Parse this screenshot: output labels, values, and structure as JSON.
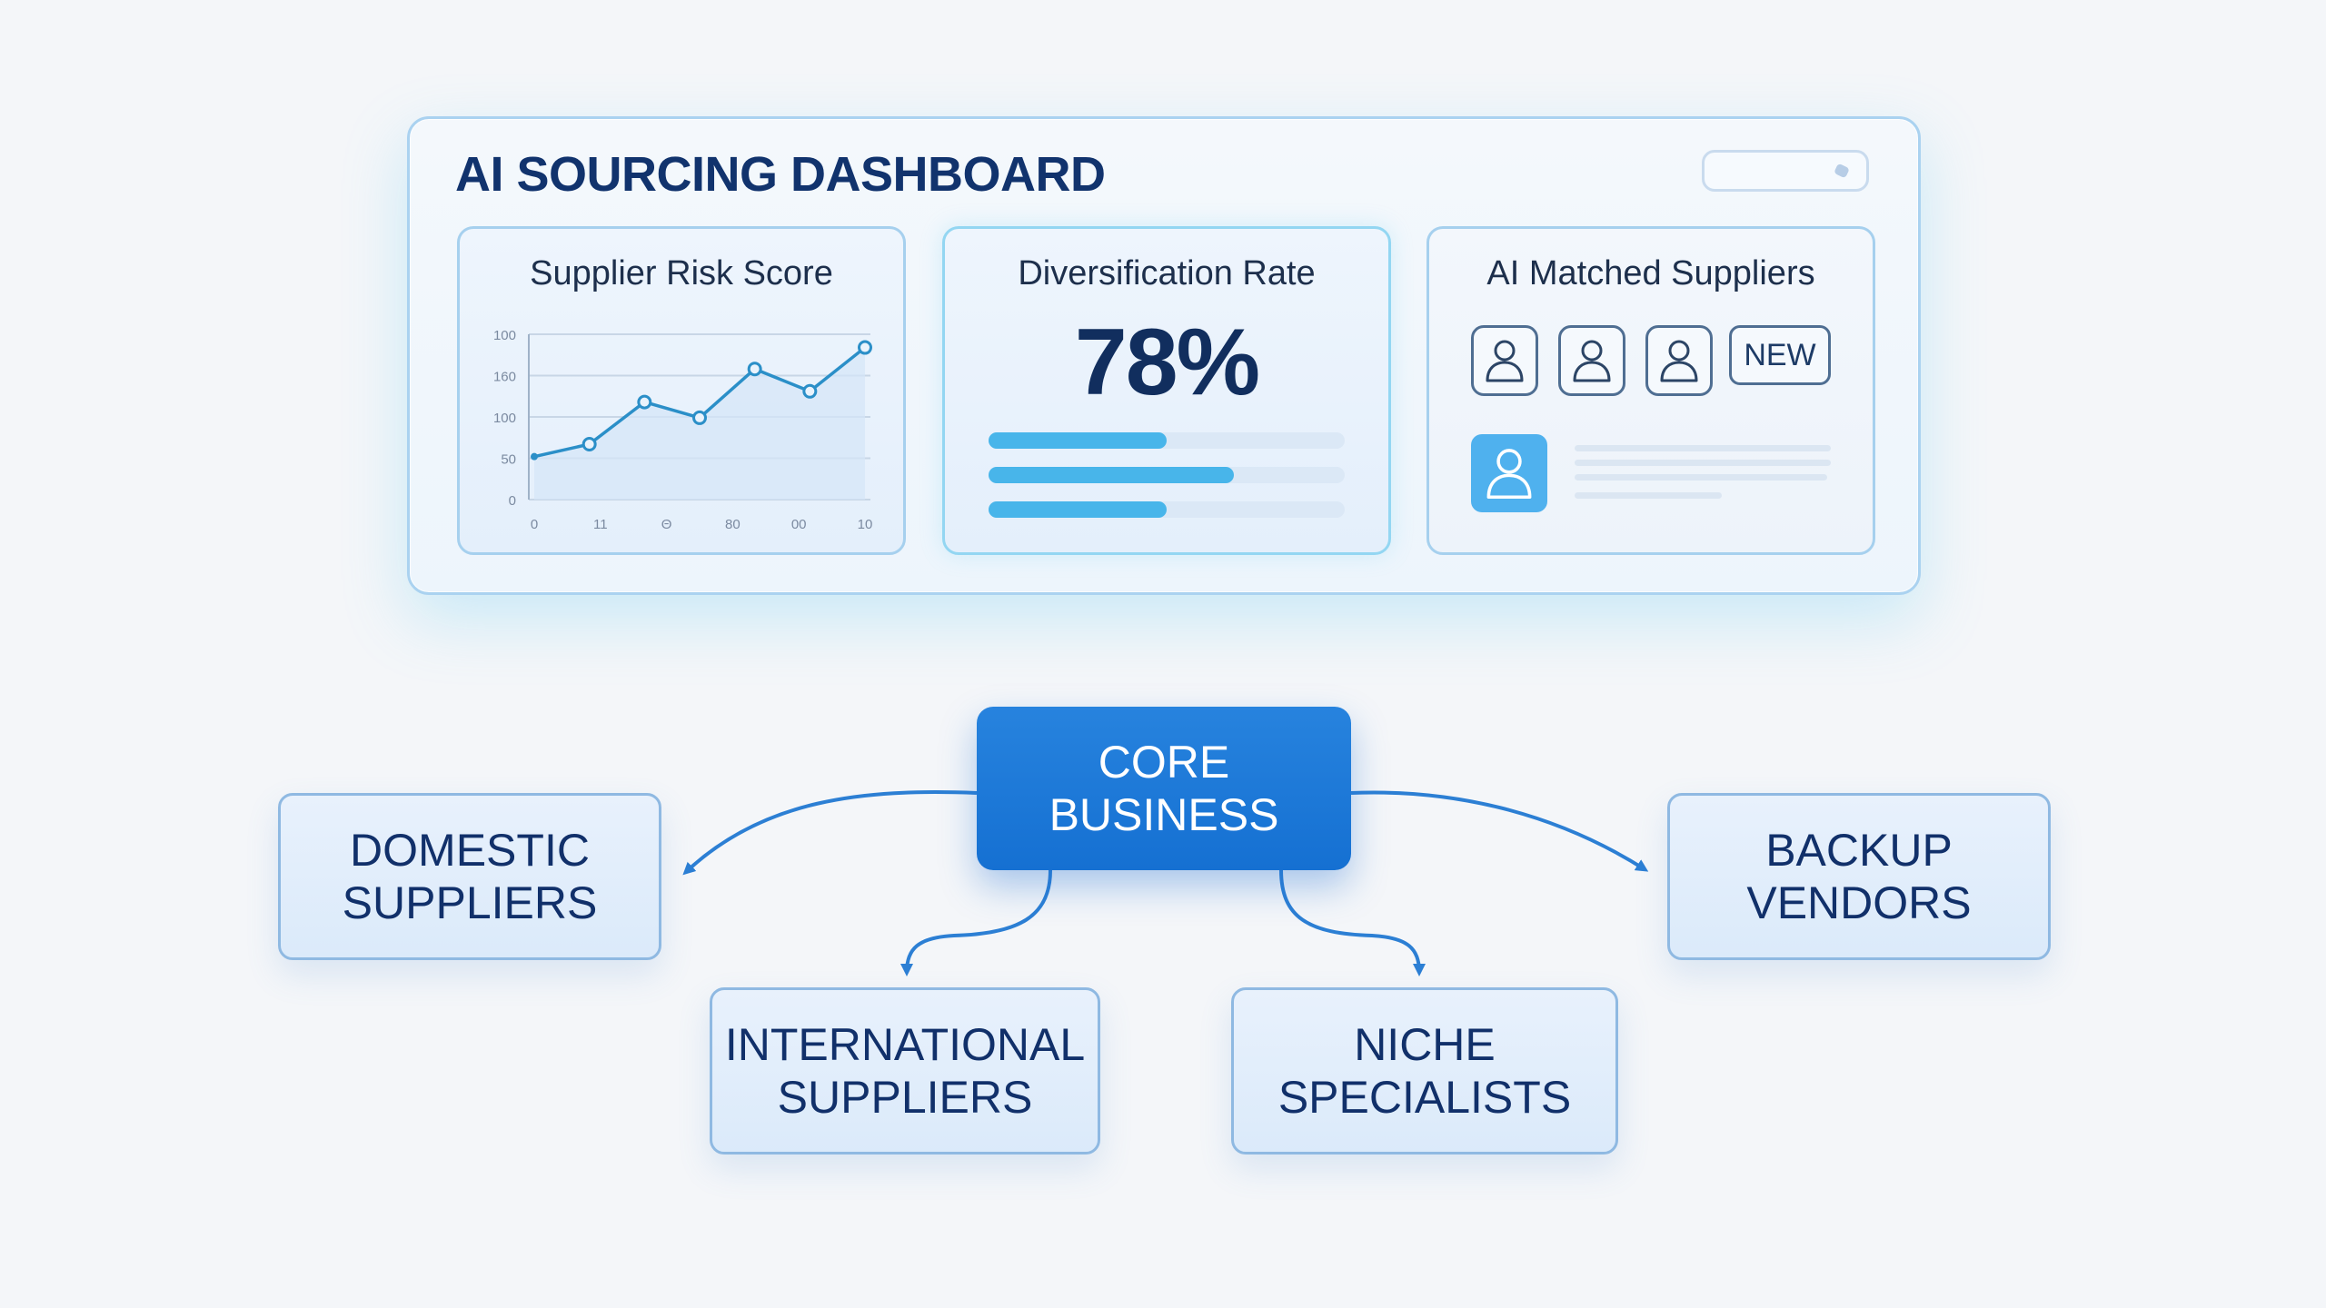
{
  "dashboard": {
    "title": "AI SOURCING DASHBOARD",
    "cards": {
      "risk": {
        "title": "Supplier Risk Score",
        "y_ticks": [
          "100",
          "160",
          "100",
          "50",
          "0"
        ],
        "x_ticks": [
          "0",
          "11",
          "Θ",
          "80",
          "00",
          "10"
        ]
      },
      "diversification": {
        "title": "Diversification Rate",
        "value": "78%",
        "bars": [
          0.5,
          0.69,
          0.5
        ]
      },
      "matched": {
        "title": "AI Matched Suppliers",
        "badge": "NEW",
        "avatar_icon": "user-icon"
      }
    }
  },
  "chart_data": {
    "type": "line",
    "title": "Supplier Risk Score",
    "xlabel": "",
    "ylabel": "",
    "x": [
      0,
      1,
      2,
      3,
      4,
      5,
      6
    ],
    "values": [
      52,
      67,
      118,
      99,
      158,
      131,
      184
    ],
    "ylim": [
      0,
      200
    ],
    "grid": true,
    "line_color": "#2b8fc8",
    "fill_color": "#d4e6f8"
  },
  "diagram": {
    "core": [
      "CORE",
      "BUSINESS"
    ],
    "domestic": [
      "DOMESTIC",
      "SUPPLIERS"
    ],
    "backup": [
      "BACKUP",
      "VENDORS"
    ],
    "international": [
      "INTERNATIONAL",
      "SUPPLIERS"
    ],
    "niche": [
      "NICHE",
      "SPECIALISTS"
    ],
    "arrow_color": "#2c7fd4"
  }
}
